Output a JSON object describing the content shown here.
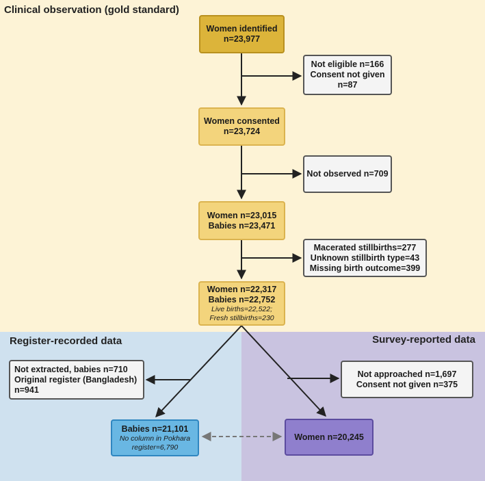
{
  "sections": {
    "clinical": "Clinical observation (gold standard)",
    "register": "Register-recorded data",
    "survey": "Survey-reported data"
  },
  "boxes": {
    "identified": {
      "line1": "Women identified",
      "line2": "n=23,977"
    },
    "excluded1": {
      "line1": "Not eligible n=166",
      "line2": "Consent not given",
      "line3": "n=87"
    },
    "consented": {
      "line1": "Women consented",
      "line2": "n=23,724"
    },
    "not_observed": {
      "line1": "Not observed n=709"
    },
    "observed": {
      "line1": "Women n=23,015",
      "line2": "Babies n=23,471"
    },
    "excluded2": {
      "line1": "Macerated stillbirths=277",
      "line2": "Unknown stillbirth type=43",
      "line3": "Missing birth outcome=399"
    },
    "analysed": {
      "line1": "Women n=22,317",
      "line2": "Babies n=22,752",
      "note1": "Live births=22,522;",
      "note2": "Fresh stillbirths=230"
    },
    "register_excluded": {
      "line1": "Not extracted, babies n=710",
      "line2": "Original register (Bangladesh)",
      "line3": "n=941"
    },
    "register_final": {
      "line1": "Babies n=21,101",
      "note1": "No column in Pokhara",
      "note2": "register=6,790"
    },
    "survey_excluded": {
      "line1": "Not approached n=1,697",
      "line2": "Consent not given n=375"
    },
    "survey_final": {
      "line1": "Women n=20,245"
    }
  }
}
